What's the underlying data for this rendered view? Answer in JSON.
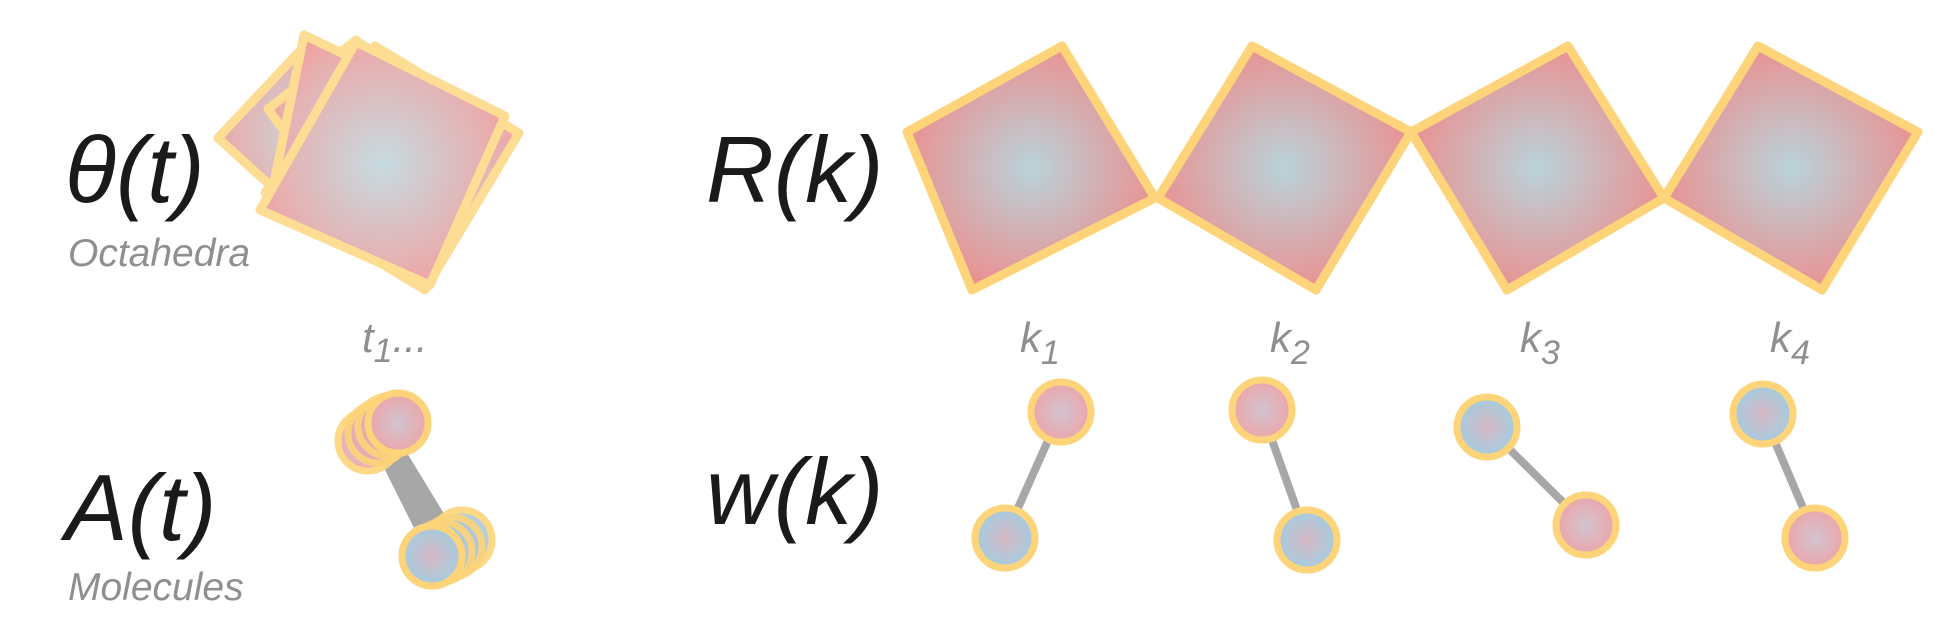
{
  "labels": {
    "theta": "θ(t)",
    "octahedra": "Octahedra",
    "A": "A(t)",
    "molecules": "Molecules",
    "R": "R(k)",
    "w": "w(k)"
  },
  "time_label": {
    "base": "t",
    "sub": "1",
    "suffix": "..."
  },
  "k_labels": [
    {
      "base": "k",
      "sub": "1"
    },
    {
      "base": "k",
      "sub": "2"
    },
    {
      "base": "k",
      "sub": "3"
    },
    {
      "base": "k",
      "sub": "4"
    }
  ],
  "colors": {
    "outline": "#FDD479",
    "octa_center": "#B9D3DA",
    "octa_edge": "#F28685",
    "atom_blue": "#9ECFE3",
    "atom_pink": "#EFA2A6",
    "bond": "#A7A7A7",
    "label_dark": "#1A1A1A",
    "label_gray": "#8F8F8F"
  }
}
